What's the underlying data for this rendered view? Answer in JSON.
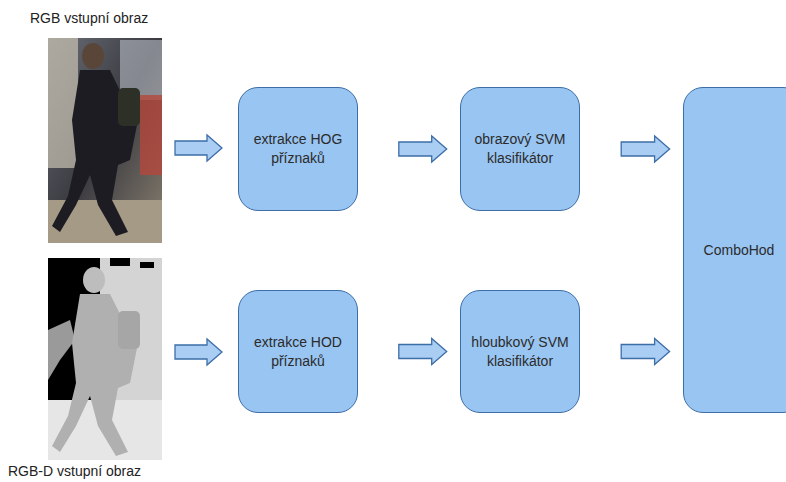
{
  "diagram": {
    "nodes": [
      {
        "text": [
          "extrakce HOG příznaků"
        ]
      },
      {
        "text": [
          "obrazový SVM klasifikátor"
        ]
      },
      {
        "text": [
          "ComboHod"
        ]
      },
      {
        "text": [
          "extrakce HOD příznaků"
        ]
      },
      {
        "text": [
          "hloubkový SVM klasifikátor"
        ]
      }
    ],
    "edges": [
      {
        "from": 0,
        "to": 1,
        "arrow": "to"
      },
      {
        "from": 1,
        "to": 2,
        "arrow": "to"
      },
      {
        "from": 3,
        "to": 4,
        "arrow": "to"
      },
      {
        "from": 4,
        "to": 2,
        "arrow": "to"
      }
    ],
    "labels": [
      "RGB vstupní obraz",
      "RGB-D vstupní obraz"
    ]
  }
}
